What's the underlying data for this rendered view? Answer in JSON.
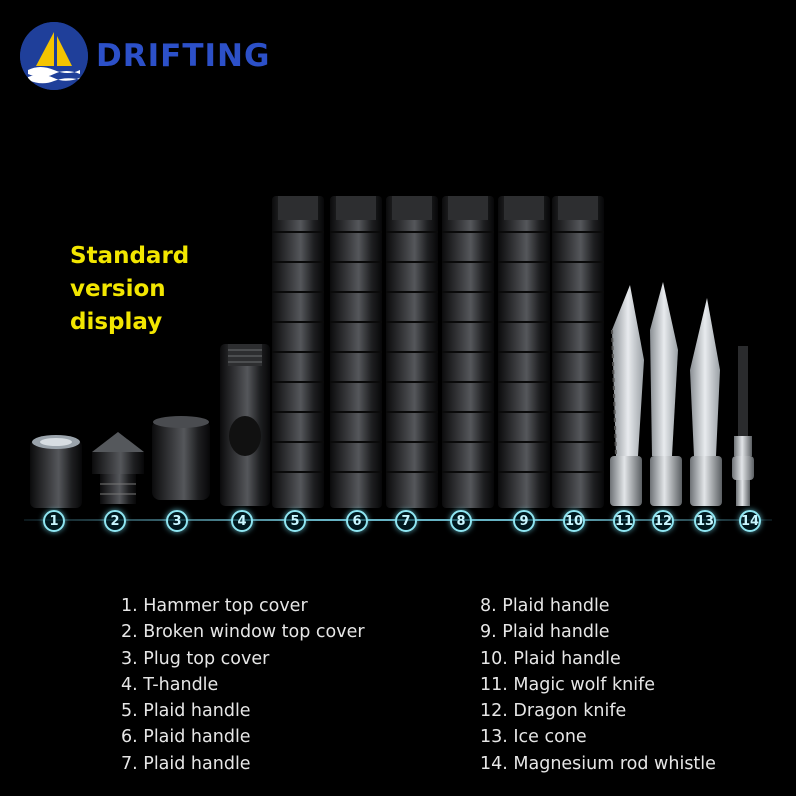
{
  "brand": {
    "name": "DRIFTING"
  },
  "headline": {
    "line1": "Standard",
    "line2": "version",
    "line3": "display"
  },
  "markers": [
    "1",
    "2",
    "3",
    "4",
    "5",
    "6",
    "7",
    "8",
    "9",
    "10",
    "11",
    "12",
    "13",
    "14"
  ],
  "legend_left": [
    "1. Hammer top cover",
    "2. Broken window top cover",
    "3. Plug top cover",
    "4. T-handle",
    "5. Plaid handle",
    "6. Plaid handle",
    "7. Plaid handle"
  ],
  "legend_right": [
    "8.  Plaid handle",
    "9.  Plaid handle",
    "10. Plaid handle",
    "11. Magic wolf knife",
    "12. Dragon knife",
    "13. Ice cone",
    "14. Magnesium rod whistle"
  ],
  "colors": {
    "background": "#000000",
    "headline": "#f2e600",
    "brand": "#2c50c8",
    "marker": "#8fe6f2"
  }
}
